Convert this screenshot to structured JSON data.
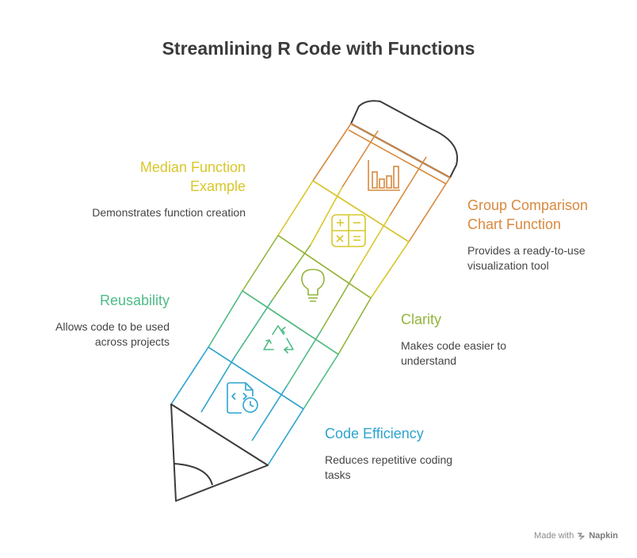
{
  "title": "Streamlining R Code with Functions",
  "colors": {
    "eraser": "#3b3b3b",
    "median": "#d9c72b",
    "group": "#d9893d",
    "clarity": "#92b53c",
    "reusability": "#4dbb86",
    "code_efficiency": "#2ea3cf",
    "tip": "#3b3b3b"
  },
  "items": {
    "median": {
      "heading": "Median Function Example",
      "description": "Demonstrates function creation",
      "icon": "calculator-icon"
    },
    "group": {
      "heading": "Group Comparison Chart Function",
      "description": "Provides a ready-to-use visualization tool",
      "icon": "bar-chart-icon"
    },
    "reusability": {
      "heading": "Reusability",
      "description": "Allows code to be used across projects",
      "icon": "recycle-icon"
    },
    "clarity": {
      "heading": "Clarity",
      "description": "Makes code easier to understand",
      "icon": "lightbulb-icon"
    },
    "code_efficiency": {
      "heading": "Code Efficiency",
      "description": "Reduces repetitive coding tasks",
      "icon": "code-file-clock-icon"
    }
  },
  "footer": {
    "made_with": "Made with",
    "brand": "Napkin"
  }
}
